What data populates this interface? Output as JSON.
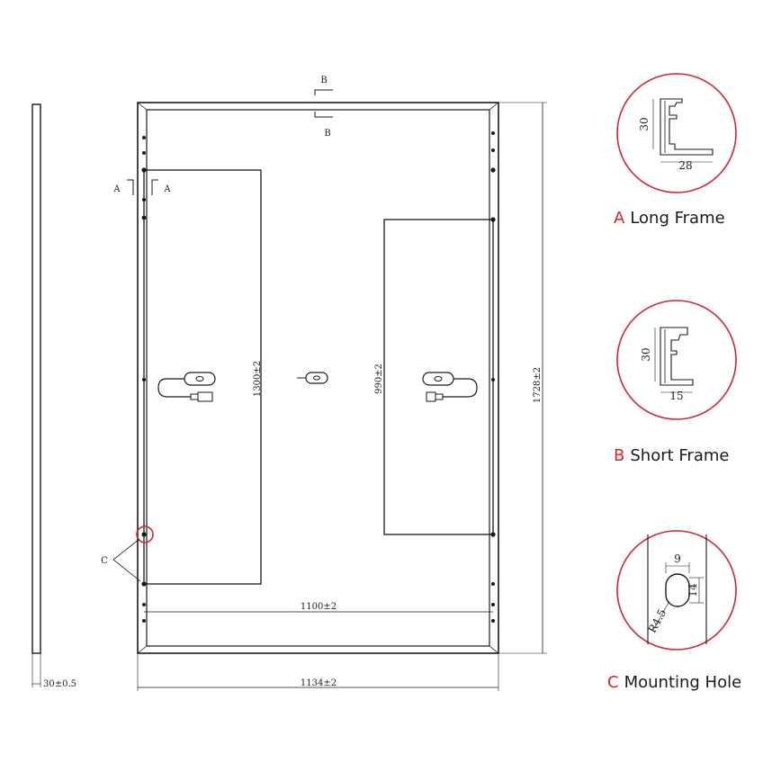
{
  "drawing": {
    "side_thickness_label": "30±0.5",
    "width_label": "1134±2",
    "inner_width_label": "1100±2",
    "height_label": "1728±2",
    "left_rail_label": "1300±2",
    "right_rail_label": "990±2",
    "section_a_mark": "A",
    "section_b_mark": "B",
    "callout_c_mark": "C"
  },
  "details": {
    "long_frame": {
      "letter": "A",
      "name": "Long Frame",
      "dim_height": "30",
      "dim_width": "28"
    },
    "short_frame": {
      "letter": "B",
      "name": "Short Frame",
      "dim_height": "30",
      "dim_width": "15"
    },
    "mounting_hole": {
      "letter": "C",
      "name": "Mounting Hole",
      "dim_width": "9",
      "dim_height": "14",
      "dim_radius": "R4.5"
    }
  },
  "colors": {
    "accent": "#d32630",
    "line": "#1a1a1a"
  }
}
